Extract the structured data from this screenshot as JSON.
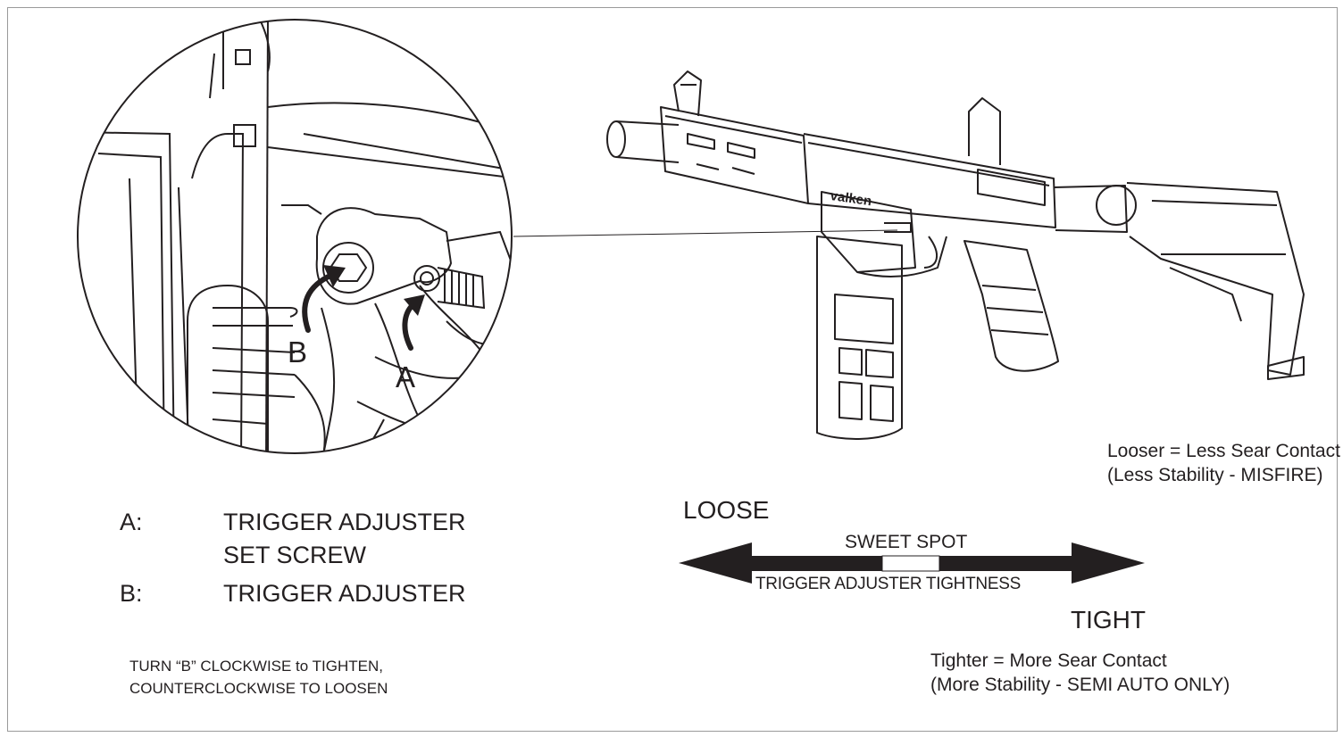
{
  "callouts": {
    "a": "A",
    "b": "B"
  },
  "legend": {
    "a_key": "A:",
    "a_line1": "TRIGGER ADJUSTER",
    "a_line2": "SET SCREW",
    "b_key": "B:",
    "b_line1": "TRIGGER ADJUSTER"
  },
  "instruction": {
    "line1": "TURN “B” CLOCKWISE to TIGHTEN,",
    "line2": "COUNTERCLOCKWISE TO LOOSEN"
  },
  "marker_brand": "valken",
  "scale": {
    "loose_label": "LOOSE",
    "tight_label": "TIGHT",
    "sweet_spot_label": "SWEET SPOT",
    "axis_label": "TRIGGER ADJUSTER TIGHTNESS"
  },
  "notes": {
    "looser_line1": "Looser = Less Sear Contact",
    "looser_line2": "(Less Stability -  MISFIRE)",
    "tighter_line1": "Tighter = More Sear Contact",
    "tighter_line2": "(More Stability - SEMI AUTO ONLY)"
  },
  "colors": {
    "line": "#231f20",
    "border": "#9a9a9a",
    "background": "#ffffff"
  }
}
